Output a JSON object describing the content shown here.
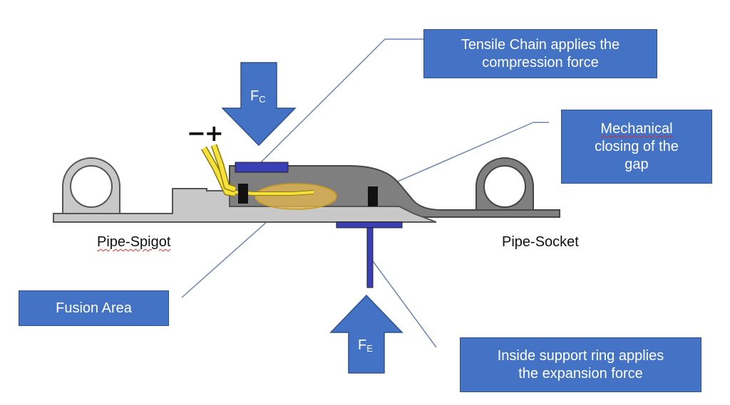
{
  "callouts": {
    "tensile_chain": {
      "line1": "Tensile Chain applies the",
      "line2": "compression force"
    },
    "mechanical_closing": {
      "line1": "Mechanical",
      "line2": "closing of the",
      "line3": "gap"
    },
    "fusion_area": {
      "text": "Fusion Area"
    },
    "support_ring": {
      "line1": "Inside support ring  applies",
      "line2": "the expansion force"
    }
  },
  "labels": {
    "pipe_spigot": "Pipe-Spigot",
    "pipe_socket": "Pipe-Socket",
    "polarity": "−+"
  },
  "forces": {
    "compression": {
      "letter": "F",
      "sub": "C"
    },
    "expansion": {
      "letter": "F",
      "sub": "E"
    }
  },
  "colors": {
    "callout_fill": "#4472C4",
    "spigot_gray": "#C8C8C8",
    "socket_gray": "#7F7F7F",
    "fusion_yellow": "#F4E23A",
    "pad_blue": "#3B3FB5",
    "leader_line": "#6E86B0"
  }
}
